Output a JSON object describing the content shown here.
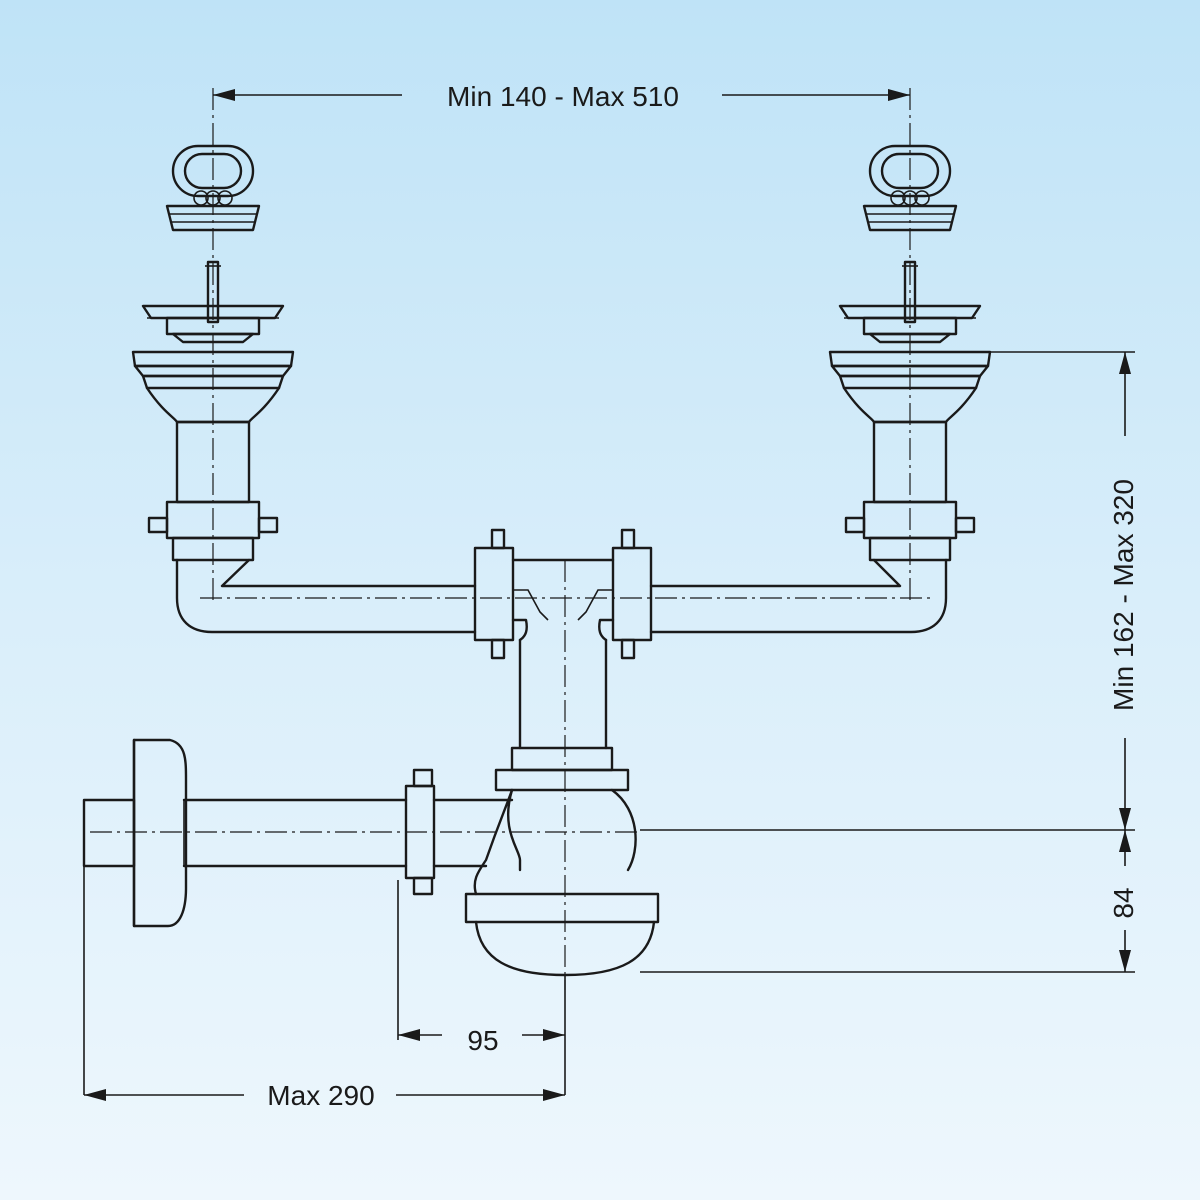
{
  "diagram": {
    "dimensions": {
      "top_width": "Min 140 - Max 510",
      "height": "Min 162 - Max 320",
      "trap_height": "84",
      "outlet_offset": "95",
      "outlet_length": "Max 290"
    },
    "colors": {
      "background_top": "#bfe3f7",
      "background_bottom": "#eef7fd",
      "line": "#1a1a1a"
    }
  }
}
